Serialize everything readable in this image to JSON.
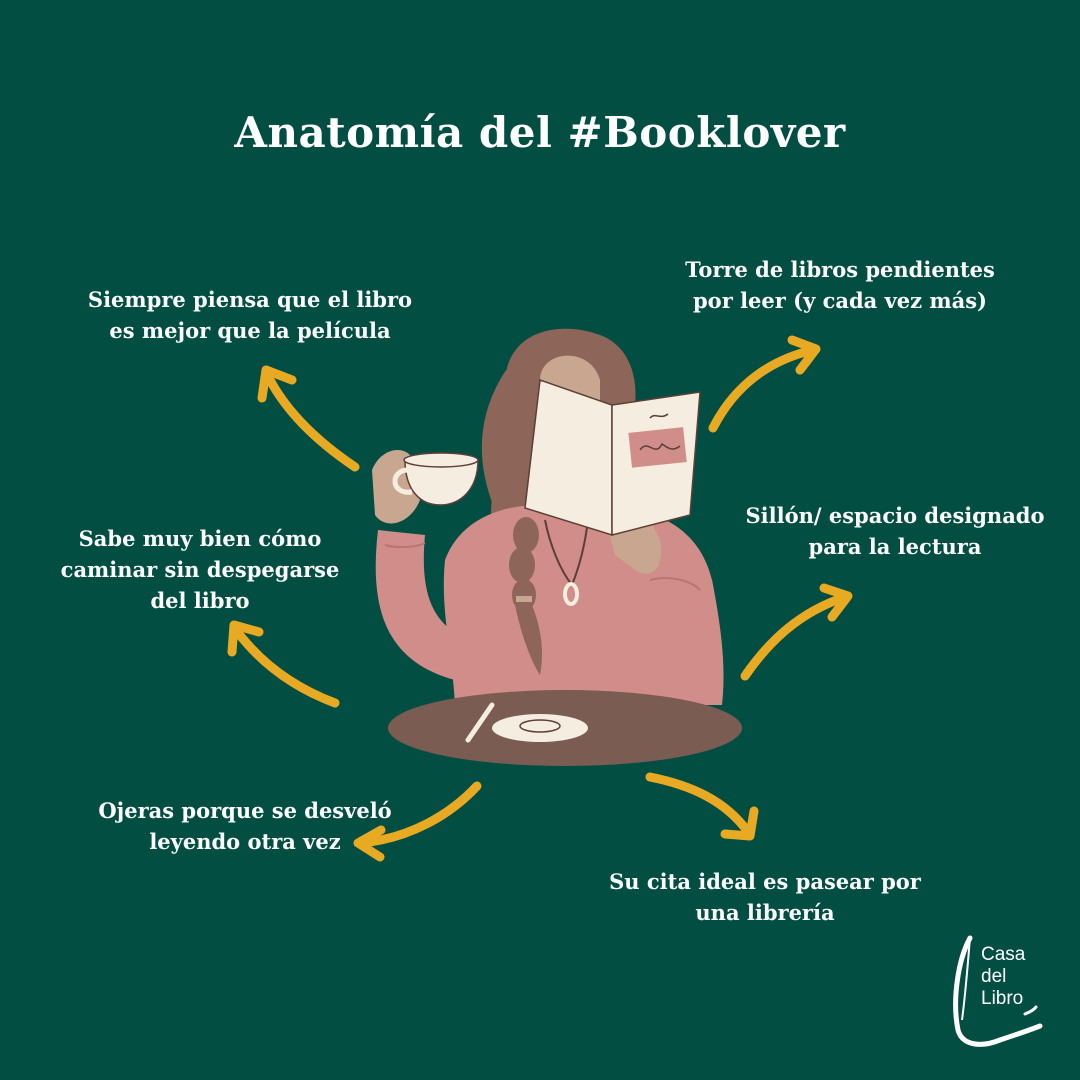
{
  "title": "Anatomía del #Booklover",
  "labels": [
    {
      "lines": [
        "Siempre piensa que el libro",
        "es mejor que la película"
      ]
    },
    {
      "lines": [
        "Torre de libros pendientes",
        "por leer (y cada vez más)"
      ]
    },
    {
      "lines": [
        "Sillón/ espacio designado",
        "para la lectura"
      ]
    },
    {
      "lines": [
        "Sabe muy bien cómo",
        "caminar sin despegarse",
        "del libro"
      ]
    },
    {
      "lines": [
        "Ojeras porque se desveló",
        "leyendo otra vez"
      ]
    },
    {
      "lines": [
        "Su cita ideal es pasear por",
        "una librería"
      ]
    }
  ],
  "logo": {
    "line1": "Casa",
    "line2": "del",
    "line3": "Libro"
  },
  "colors": {
    "background": "#024e43",
    "arrow": "#e8a923",
    "sweater": "#d08d8a",
    "hair": "#8e6659",
    "skin": "#c9a68f",
    "book": "#f4ede0",
    "table": "#7a5c52"
  }
}
